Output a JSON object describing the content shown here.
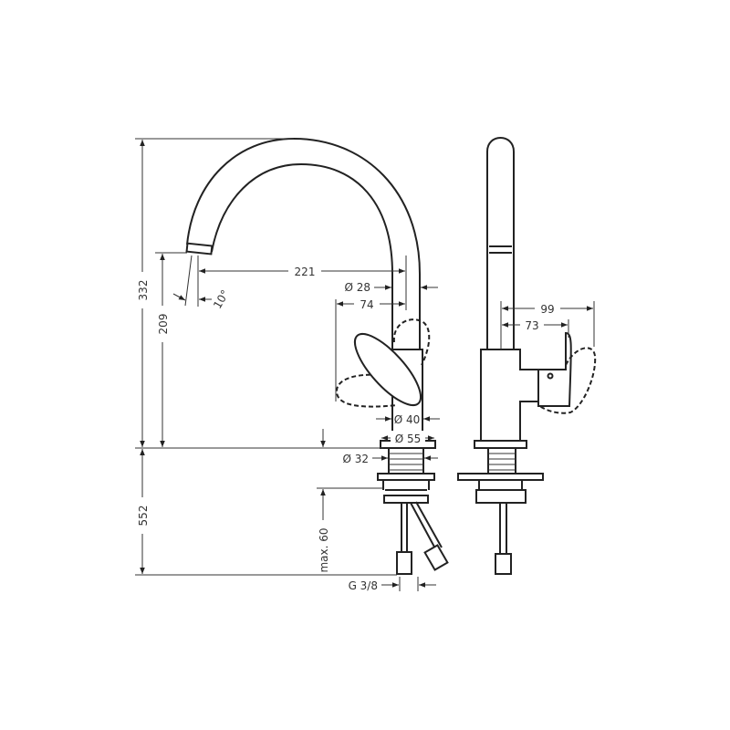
{
  "dimensions": {
    "total_height_above": "332",
    "below_counter": "552",
    "spout_height": "209",
    "spout_reach": "221",
    "angle": "10°",
    "spout_diameter": "Ø 28",
    "handle_offset": "74",
    "body_diameter": "Ø 40",
    "base_diameter": "Ø 55",
    "thread_diameter": "Ø 32",
    "max_counter_thickness": "max. 60",
    "connection": "G 3/8",
    "side_handle_max": "99",
    "side_handle": "73"
  },
  "colors": {
    "line": "#222222",
    "background": "#ffffff"
  }
}
